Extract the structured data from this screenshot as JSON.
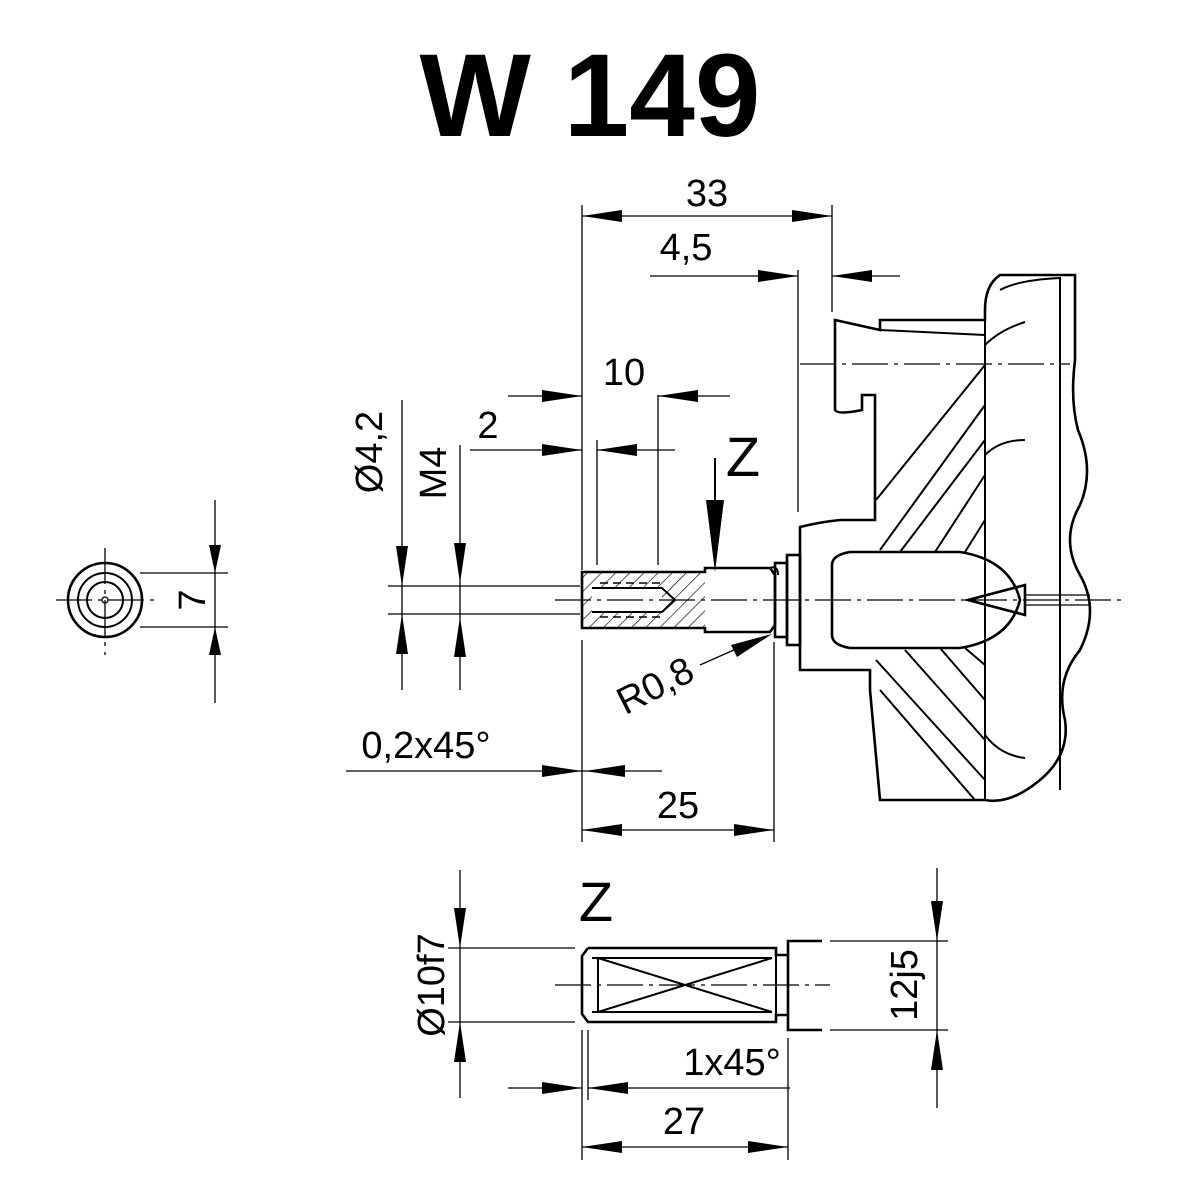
{
  "title": "W 149",
  "labels": {
    "view_letter_top": "Z",
    "view_letter_detail": "Z",
    "dim_33": "33",
    "dim_4_5": "4,5",
    "dim_10": "10",
    "dim_2": "2",
    "dim_dia_4_2": "Ø4,2",
    "dim_m4": "M4",
    "dim_7": "7",
    "dim_r0_8": "R0,8",
    "dim_chamfer_02": "0,2x45°",
    "dim_25": "25",
    "dim_dia_10f7": "Ø10f7",
    "dim_12j5": "12j5",
    "dim_chamfer_1": "1x45°",
    "dim_27": "27"
  },
  "colors": {
    "ink": "#000000",
    "background": "#ffffff"
  }
}
